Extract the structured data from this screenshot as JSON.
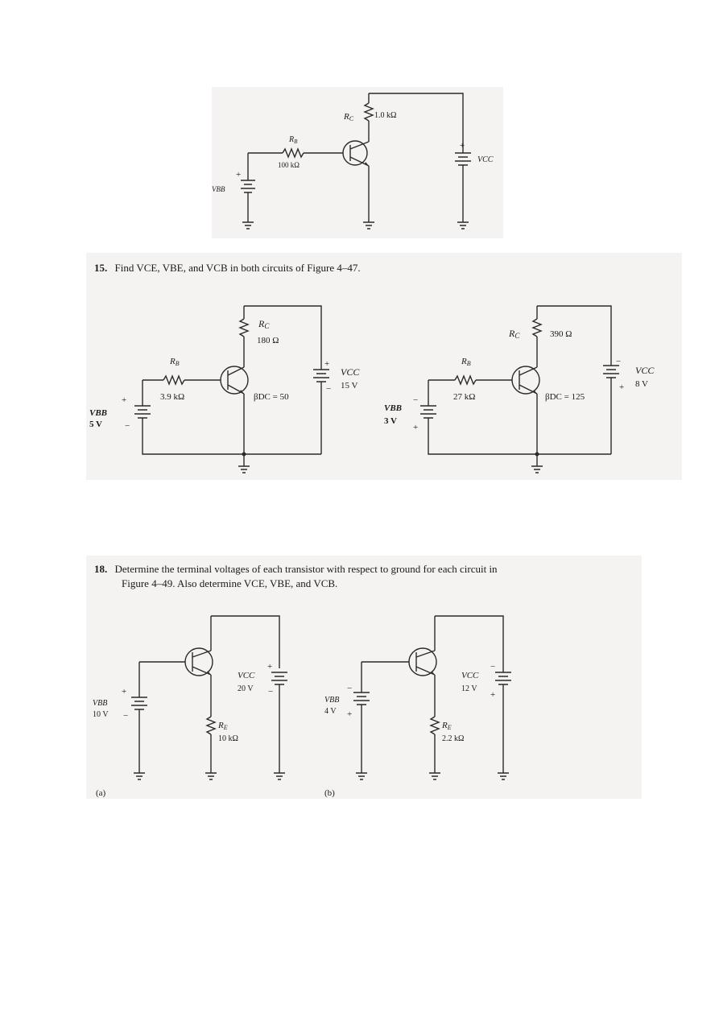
{
  "fig1": {
    "rc": "1.0 kΩ",
    "rb": "100 kΩ",
    "vbb": "VBB",
    "vcc": "VCC"
  },
  "q15": {
    "number": "15.",
    "text": "Find VCE, VBE, and VCB in both circuits of Figure 4–47.",
    "left": {
      "rc": "180 Ω",
      "rb": "3.9 kΩ",
      "beta": "βDC = 50",
      "vbb": "VBB",
      "vbb_val": "5 V",
      "vcc": "VCC",
      "vcc_val": "15 V"
    },
    "right": {
      "rc": "390 Ω",
      "rb": "27 kΩ",
      "beta": "βDC = 125",
      "vbb": "VBB",
      "vbb_val": "3 V",
      "vcc": "VCC",
      "vcc_val": "8 V"
    }
  },
  "q18": {
    "number": "18.",
    "line1": "Determine the terminal voltages of each transistor with respect to ground for each circuit in",
    "line2": "Figure 4–49. Also determine VCE, VBE, and VCB.",
    "a": {
      "label": "(a)",
      "vbb": "VBB",
      "vbb_val": "10 V",
      "vcc": "VCC",
      "vcc_val": "20 V",
      "re": "10 kΩ"
    },
    "b": {
      "label": "(b)",
      "vbb": "VBB",
      "vbb_val": "4 V",
      "vcc": "VCC",
      "vcc_val": "12 V",
      "re": "2.2 kΩ"
    }
  },
  "colors": {
    "panel_bg": "#f5f3f1",
    "wire": "#2a2a2a"
  }
}
